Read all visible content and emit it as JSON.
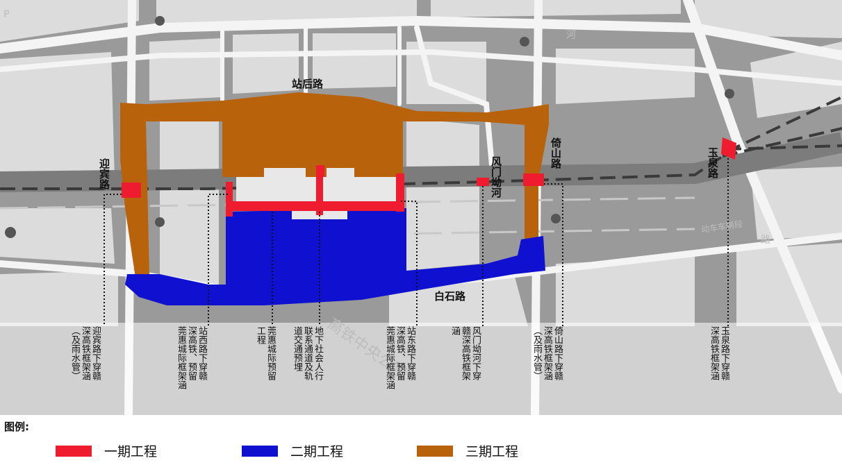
{
  "roads": {
    "zhanhou": "站后路",
    "yingbin": "迎宾路",
    "yishan": "倚山路",
    "fengmen": "风门坳河",
    "yuquan": "玉泉路",
    "baishi": "白石路"
  },
  "faint_labels": {
    "park": "高铁中央公园",
    "depot": "动车车辆段",
    "p": "P",
    "river": "河",
    "road_right": "路"
  },
  "annotations": [
    {
      "columns": [
        "迎宾路下穿赣",
        "深高铁框架涵",
        "（及雨水管）"
      ]
    },
    {
      "columns": [
        "站西路下穿赣",
        "深高铁、预留",
        "莞惠城际框架涵"
      ]
    },
    {
      "columns": [
        "莞惠城际预留",
        "工程"
      ]
    },
    {
      "columns": [
        "地下社会人行",
        "联系通道及轨",
        "道交通预埋"
      ]
    },
    {
      "columns": [
        "站东路下穿赣",
        "深高铁、预留",
        "莞惠城际框架涵"
      ]
    },
    {
      "columns": [
        "风门坳河下穿",
        "赣深高铁框架",
        "涵"
      ]
    },
    {
      "columns": [
        "倚山路下穿赣",
        "深高铁框架涵",
        "（及雨水管）"
      ]
    },
    {
      "columns": [
        "玉泉路下穿赣",
        "深高铁框架涵"
      ]
    }
  ],
  "legend": {
    "title": "图例:",
    "items": [
      {
        "label": "一期工程",
        "color": "#ee1c2e"
      },
      {
        "label": "二期工程",
        "color": "#1010d0"
      },
      {
        "label": "三期工程",
        "color": "#b8620c"
      }
    ]
  },
  "colors": {
    "phase1": "#ee1c2e",
    "phase2": "#1010d0",
    "phase3": "#b8620c"
  }
}
